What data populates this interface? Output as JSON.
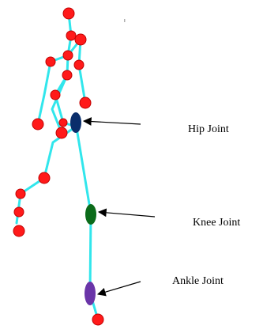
{
  "labels": {
    "hip": "Hip Joint",
    "knee": "Knee Joint",
    "ankle": "Ankle Joint"
  },
  "colors": {
    "bone": "#31e6ec",
    "marker": "#ff1a1a",
    "hip": "#0a2e6b",
    "knee": "#0b6b1a",
    "ankle": "#6a35a8",
    "arrow": "#000000"
  },
  "icons": {
    "hip": "ellipse-marker-icon",
    "knee": "ellipse-marker-icon",
    "ankle": "ellipse-marker-icon"
  }
}
